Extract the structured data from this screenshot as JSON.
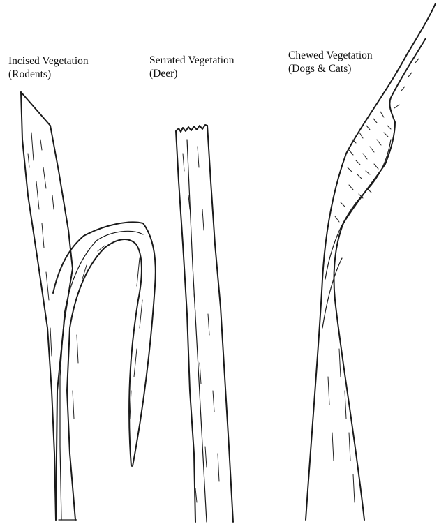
{
  "labels": {
    "incised": {
      "title": "Incised Vegetation",
      "subtitle": "(Rodents)"
    },
    "serrated": {
      "title": "Serrated Vegetation",
      "subtitle": "(Deer)"
    },
    "chewed": {
      "title": "Chewed Vegetation",
      "subtitle": "(Dogs & Cats)"
    }
  },
  "colors": {
    "ink": "#1a1a1a",
    "paper": "#ffffff"
  }
}
